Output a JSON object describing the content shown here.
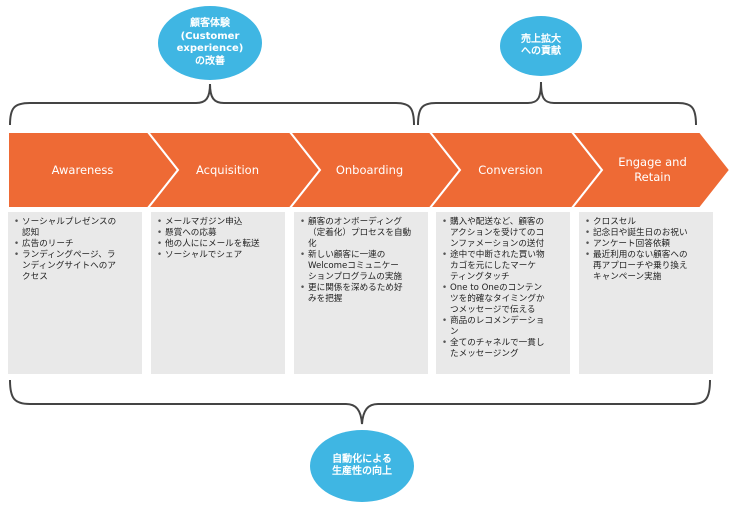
{
  "top_bubbles": {
    "customer_experience": "顧客体験\n(Customer\nexperience)\nの改善",
    "sales": "売上拡大\nへの貢献"
  },
  "bottom_bubble": "自動化による\n生産性の向上",
  "colors": {
    "chevron": "#ee6a35",
    "bubble": "#3fb6e3",
    "box": "#e9e9e9",
    "brace": "#444444"
  },
  "stages": [
    {
      "label": "Awareness",
      "items": [
        "ソーシャルプレゼンスの\n認知",
        "広告のリーチ",
        "ランディングページ、ラ\nンディングサイトへのア\nクセス"
      ]
    },
    {
      "label": "Acquisition",
      "items": [
        "メールマガジン申込",
        "懸賞への応募",
        "他の人ににメールを転送",
        "ソーシャルでシェア"
      ]
    },
    {
      "label": "Onboarding",
      "items": [
        "顧客のオンボーディング\n（定着化）プロセスを自動\n化",
        "新しい顧客に一連の\nWelcomeコミュニケー\nションプログラムの実施",
        "更に関係を深めるため好\nみを把握"
      ]
    },
    {
      "label": "Conversion",
      "items": [
        "購入や配送など、顧客の\nアクションを受けてのコ\nンファメーションの送付",
        "途中で中断された買い物\nカゴを元にしたマーケ\nティングタッチ",
        "One to Oneのコンテン\nツを的確なタイミングか\nつメッセージで伝える",
        "商品のレコメンデーショ\nン",
        "全てのチャネルで一貫し\nたメッセージング"
      ]
    },
    {
      "label": "Engage and\nRetain",
      "items": [
        "クロスセル",
        "記念日や誕生日のお祝い",
        "アンケート回答依頼",
        "最近利用のない顧客への\n再アプローチや乗り換え\nキャンペーン実施"
      ]
    }
  ]
}
